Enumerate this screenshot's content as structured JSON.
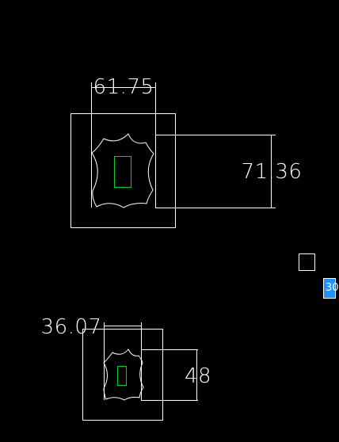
{
  "app": {
    "background_color": "#000000",
    "line_color": "#ffffff",
    "inner_rect_color": "#00cc33",
    "tooltip_bg_color": "#1e90ff"
  },
  "drawing": {
    "upper_group": {
      "width_dimension": "61.75",
      "height_dimension": "71.36",
      "shape_icon": "leather-hide-icon"
    },
    "lower_group": {
      "width_dimension": "36.07",
      "height_dimension": "48",
      "shape_icon": "leather-hide-icon"
    }
  },
  "cursor": {
    "icon": "pickbox-cursor-icon"
  },
  "dynamic_input": {
    "value": "30"
  }
}
